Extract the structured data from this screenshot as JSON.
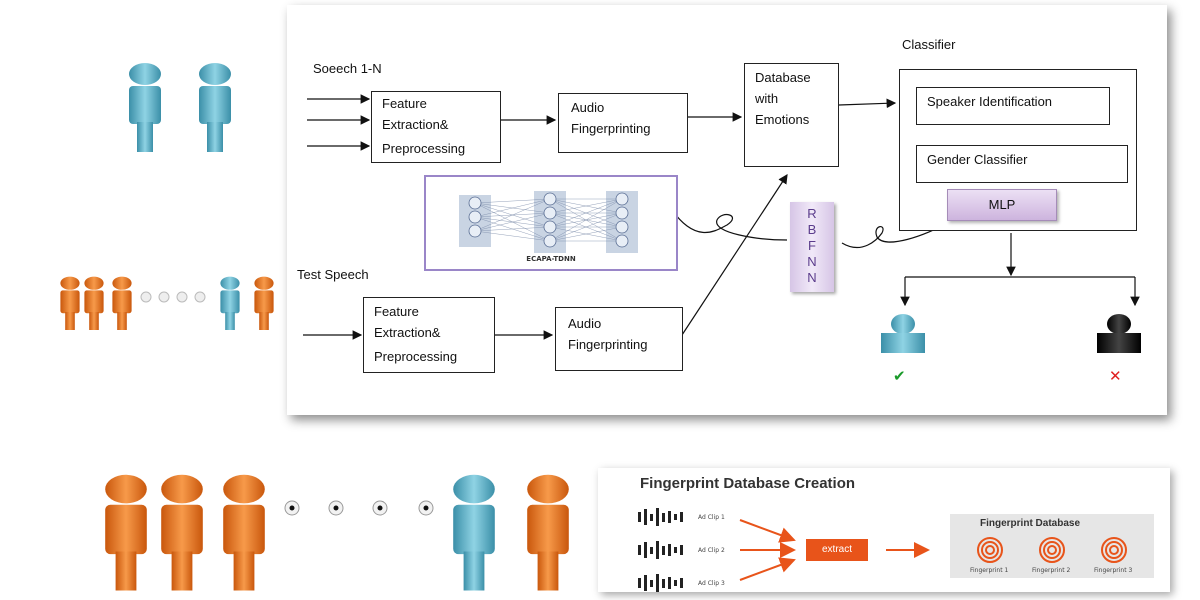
{
  "main_diagram": {
    "speech_label": "Soeech 1-N",
    "test_speech_label": "Test Speech",
    "classifier_label": "Classifier",
    "feature_box_1": [
      "Feature",
      "Extraction&",
      "Preprocessing"
    ],
    "audio_fp_box_1": [
      "Audio",
      "Fingerprinting"
    ],
    "feature_box_2": [
      "Feature",
      "Extraction&",
      "Preprocessing"
    ],
    "audio_fp_box_2": [
      "Audio",
      "Fingerprinting"
    ],
    "database_box": [
      "Database",
      "with",
      "Emotions"
    ],
    "speaker_identification": "Speaker Identification",
    "gender_classifier": "Gender Classifier",
    "mlp": "MLP",
    "rbfnn_letters": [
      "R",
      "B",
      "F",
      "N",
      "N"
    ],
    "ecapa_label": "ECAPA-TDNN",
    "accept_mark": "✔",
    "reject_mark": "✕"
  },
  "fingerprint_panel": {
    "title": "Fingerprint Database Creation",
    "clips": [
      "Ad Clip 1",
      "Ad Clip 2",
      "Ad Clip 3"
    ],
    "extract_label": "extract",
    "db_title": "Fingerprint Database",
    "fingerprints": [
      "Fingerprint 1",
      "Fingerprint 2",
      "Fingerprint 3"
    ]
  },
  "colors": {
    "person_blue": "#5fb4c8",
    "person_orange": "#e2741f",
    "mlp_purple": "#d9c4e6",
    "accent_orange": "#e8541a",
    "accept_green": "#1a9a2a",
    "reject_red": "#e02020"
  }
}
